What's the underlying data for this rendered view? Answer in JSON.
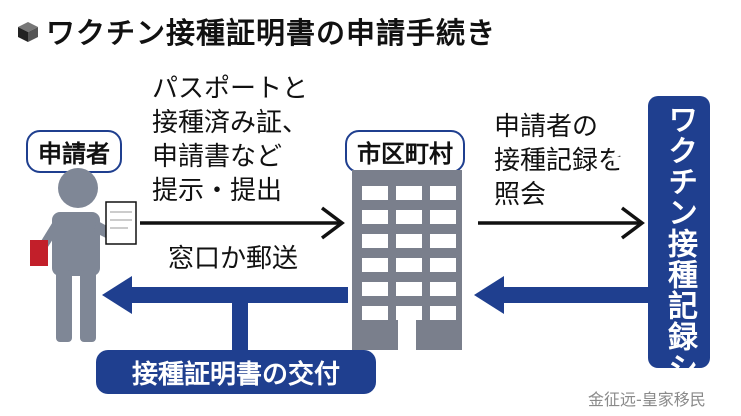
{
  "title": "ワクチン接種証明書の申請手続き",
  "applicant_label": "申請者",
  "municipality_label": "市区町村",
  "applicant_to_municipality": {
    "lines": [
      "パスポートと",
      "接種済み証、",
      "申請書など",
      "提示・提出"
    ]
  },
  "channel_label": "窓口か郵送",
  "municipality_to_system": {
    "lines": [
      "申請者の",
      "接種記録を",
      "照会"
    ]
  },
  "system_label": "ワクチン接種記録システム",
  "issue_label": "接種証明書の交付",
  "watermark": "金征远-皇家移民",
  "colors": {
    "navy": "#1f3f8f",
    "person_gray": "#7f8796",
    "building_gray": "#7a7f8c",
    "black": "#111111"
  }
}
